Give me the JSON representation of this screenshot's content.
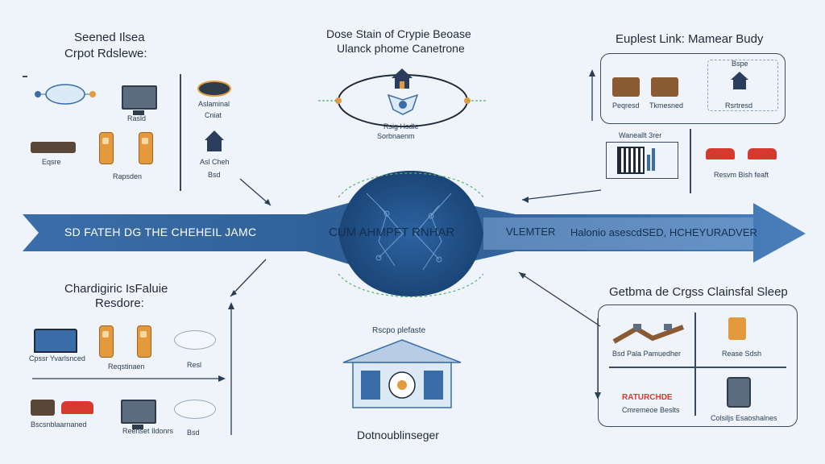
{
  "top_left": {
    "title_line1": "Seened Ilsea",
    "title_line2": "Crpot Rdslewe:",
    "labels": [
      "Aslaminal",
      "Cniat",
      "Rasld",
      "Eqsre",
      "Rapsden",
      "Asl Cheh",
      "Bsd"
    ]
  },
  "top_center": {
    "title_line1": "Dose Stain of Crypie Beoase",
    "title_line2": "Ulanck phome Canetrone",
    "sub_line1": "Rsig Hsdle",
    "sub_line2": "Sorbnaenm"
  },
  "top_right": {
    "title": "Euplest Link: Mamear Budy",
    "labels": [
      "Bspe",
      "Peqresd",
      "Tkmesned",
      "Rsrtresd",
      "Waneallt 3rer",
      "Resvm Bish feaft"
    ]
  },
  "band": {
    "left_text": "SD FATEH DG THE CHEHEIL JAMC",
    "center_text": "CUM AHMPFT RNHAR",
    "right_text1": "VLEMTER",
    "right_text2": "Halonio asescdSED, HCHEYURADVER"
  },
  "bottom_left": {
    "title_line1": "Chardigiric IsFaluie",
    "title_line2": "Resdore:",
    "labels": [
      "Cpssr Yvarlsnced",
      "Reqstinaen",
      "Resl",
      "Bscsnblaarnaned",
      "Reenset Ildonrs",
      "Bsd"
    ]
  },
  "bottom_center": {
    "top_label": "Rscpo plefaste",
    "bottom_label": "Dotnoublinseger"
  },
  "bottom_right": {
    "title": "Getbma de Crgss Clainsfal Sleep",
    "labels": [
      "Bsd Pala Pamuedher",
      "Rease Sdsh",
      "Cmremeoe Beslts",
      "Colsiljs Esaoshalnes"
    ],
    "accent_label": "RATURCHDE"
  },
  "colors": {
    "band": "#3a6da8",
    "band_light": "#7fa6d3",
    "hub": "#1f4f86",
    "accent_red": "#d53a2e",
    "orange": "#e39a3c",
    "green_dash": "#5bb26b"
  }
}
